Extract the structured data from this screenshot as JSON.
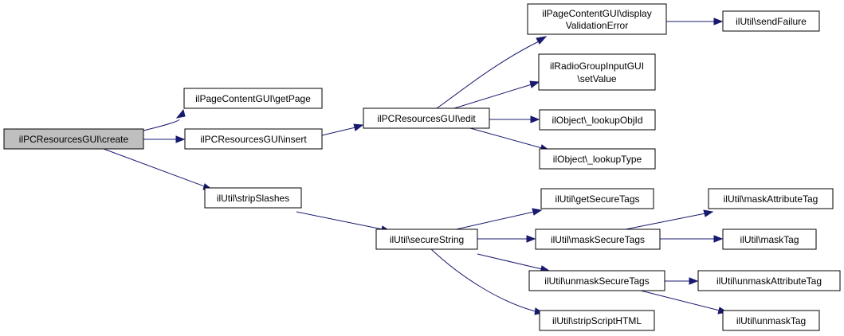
{
  "nodes": {
    "create": "ilPCResourcesGUI\\create",
    "getPage": "ilPageContentGUI\\getPage",
    "insert": "ilPCResourcesGUI\\insert",
    "stripSlashes": "ilUtil\\stripSlashes",
    "edit": "ilPCResourcesGUI\\edit",
    "secureString": "ilUtil\\secureString",
    "displayValidationError": [
      "ilPageContentGUI\\display",
      "ValidationError"
    ],
    "setValue": [
      "ilRadioGroupInputGUI",
      "\\setValue"
    ],
    "lookupObjId": "ilObject\\_lookupObjId",
    "lookupType": "ilObject\\_lookupType",
    "getSecureTags": "ilUtil\\getSecureTags",
    "maskSecureTags": "ilUtil\\maskSecureTags",
    "unmaskSecureTags": "ilUtil\\unmaskSecureTags",
    "stripScriptHTML": "ilUtil\\stripScriptHTML",
    "sendFailure": "ilUtil\\sendFailure",
    "maskAttributeTag": "ilUtil\\maskAttributeTag",
    "maskTag": "ilUtil\\maskTag",
    "unmaskAttributeTag": "ilUtil\\unmaskAttributeTag",
    "unmaskTag": "ilUtil\\unmaskTag"
  },
  "colors": {
    "edge": "#191970",
    "root_fill": "#bfbfbf",
    "node_fill": "#ffffff",
    "node_stroke": "#000000"
  }
}
